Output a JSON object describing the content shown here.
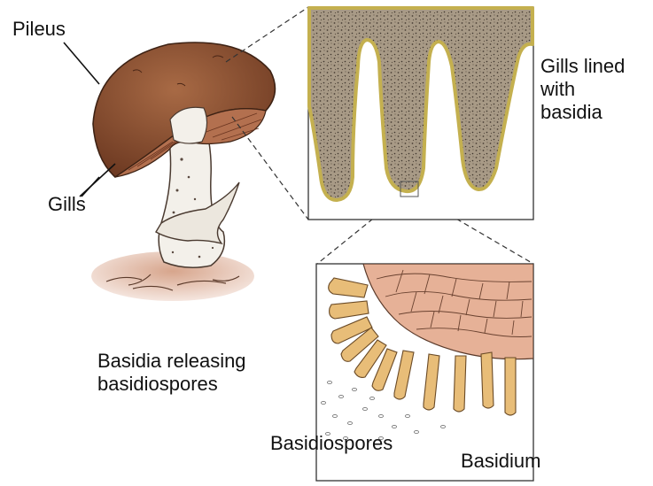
{
  "labels": {
    "pileus": "Pileus",
    "gills": "Gills",
    "gills_lined": [
      "Gills lined",
      "with",
      "basidia"
    ],
    "basidia_releasing": [
      "Basidia releasing",
      "basidiospores"
    ],
    "basidiospores": "Basidiospores",
    "basidium": "Basidium"
  },
  "colors": {
    "cap": "#8b4a2b",
    "cap_underside": "#b06a4a",
    "stalk": "#f2efe8",
    "soil": "#c98f73",
    "gill_tissue": "#9a8a73",
    "gill_edge": "#c9b45a",
    "cell_fill": "#e7b79a",
    "basidium": "#e6b770"
  }
}
